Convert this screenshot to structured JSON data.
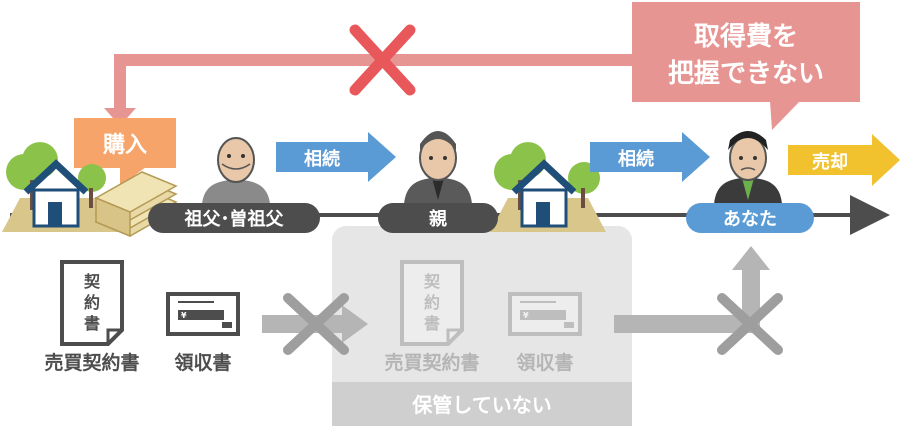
{
  "callout": {
    "line1": "取得費を",
    "line2": "把握できない"
  },
  "purchase_label": "購入",
  "people": {
    "grandparent": "祖父･曽祖父",
    "parent": "親",
    "you": "あなた"
  },
  "arrows": {
    "inherit1": "相続",
    "inherit2": "相続",
    "sell": "売却"
  },
  "documents": {
    "contract_glyphs": [
      "契",
      "約",
      "書"
    ],
    "sales_contract": "売買契約書",
    "receipt": "領収書",
    "receipt_yen": "¥"
  },
  "not_kept_label": "保管していない",
  "colors": {
    "callout": "#e79593",
    "cross": "#e8585a",
    "purchase": "#f6a469",
    "inherit_arrow": "#5b9bd5",
    "sell_arrow": "#f2c12e",
    "pill_dark": "#4d4d4d",
    "pill_you": "#5b9bd5",
    "gray_panel": "#e6e6e6",
    "gray_cross": "#9e9e9e"
  }
}
